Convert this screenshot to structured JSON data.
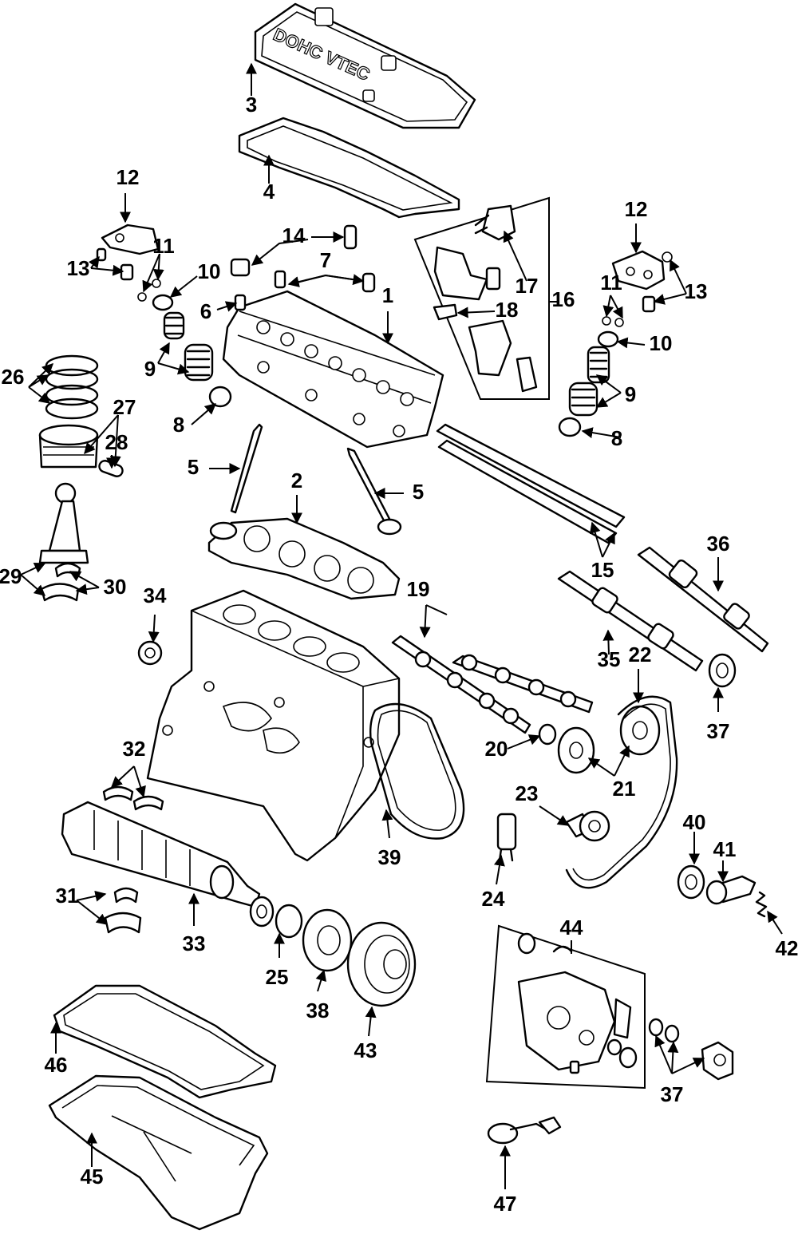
{
  "labels": {
    "l1": "1",
    "l2": "2",
    "l3": "3",
    "l4": "4",
    "l5a": "5",
    "l5b": "5",
    "l6": "6",
    "l7": "7",
    "l8a": "8",
    "l8b": "8",
    "l9a": "9",
    "l9b": "9",
    "l10a": "10",
    "l10b": "10",
    "l11a": "11",
    "l11b": "11",
    "l12a": "12",
    "l12b": "12",
    "l13a": "13",
    "l13b": "13",
    "l14": "14",
    "l15": "15",
    "l16": "16",
    "l17": "17",
    "l18": "18",
    "l19": "19",
    "l20": "20",
    "l21": "21",
    "l22": "22",
    "l23": "23",
    "l24": "24",
    "l25": "25",
    "l26": "26",
    "l27": "27",
    "l28": "28",
    "l29": "29",
    "l30": "30",
    "l31": "31",
    "l32": "32",
    "l33": "33",
    "l34": "34",
    "l35": "35",
    "l36": "36",
    "l37a": "37",
    "l37b": "37",
    "l38": "38",
    "l39": "39",
    "l40": "40",
    "l41": "41",
    "l42": "42",
    "l43": "43",
    "l44": "44",
    "l45": "45",
    "l46": "46",
    "l47": "47"
  },
  "cover_lettering": "DOHC VTEC"
}
